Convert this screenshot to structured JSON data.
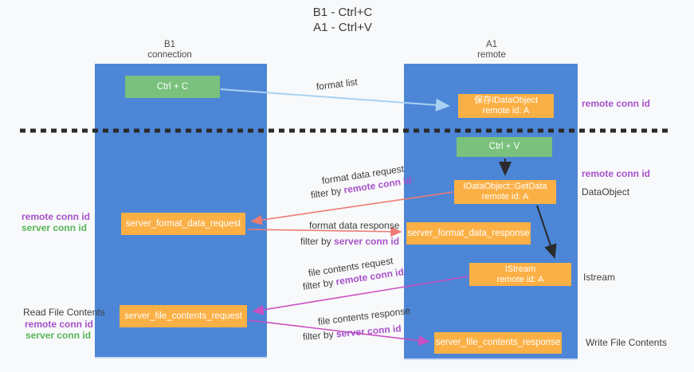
{
  "title": {
    "line1": "B1 - Ctrl+C",
    "line2": "A1 - Ctrl+V"
  },
  "columns": {
    "left": {
      "name": "B1",
      "role": "connection"
    },
    "right": {
      "name": "A1",
      "role": "remote"
    }
  },
  "nodes": {
    "ctrl_c": "Ctrl + C",
    "save_idataobject": {
      "line1": "保存IDataObject",
      "line2": "remote id: A"
    },
    "ctrl_v": "Ctrl + V",
    "getdata": {
      "line1": "IDataObject::GetData",
      "line2": "remote id: A"
    },
    "format_request": "server_format_data_request",
    "format_response": "server_format_data_response",
    "istream": {
      "line1": "IStream",
      "line2": "remote id: A"
    },
    "file_request": "server_file_contents_request",
    "file_response": "server_file_contents_response"
  },
  "flow_labels": {
    "format_list": "format list",
    "format_data_request": "format data request",
    "format_data_response": "format data response",
    "file_contents_request": "file contents request",
    "file_contents_response": "file contents response",
    "filter_prefix": "filter by ",
    "remote_conn_id": "remote conn id",
    "server_conn_id": "server conn id"
  },
  "side_labels": {
    "right_remote_conn_id_top": "remote conn id",
    "right_remote_conn_id_mid": "remote conn id",
    "dataobject": "DataObject",
    "istream": "Istream",
    "write_file_contents": "Write File Contents",
    "read_file_contents": "Read File Contents",
    "left_remote_conn_id_1": "remote conn id",
    "left_server_conn_id_1": "server conn id",
    "left_remote_conn_id_2": "remote conn id",
    "left_server_conn_id_2": "server conn id"
  },
  "colors": {
    "background": "#f8f9fa",
    "column_blue": "#4d86d6",
    "node_green": "#79c17c",
    "node_orange": "#fbb045",
    "arrow_light_blue": "#a9d2f2",
    "arrow_black": "#2b2b2b",
    "arrow_salmon": "#ed7b72",
    "arrow_magenta": "#c94fc3",
    "label_purple": "#a751c9",
    "label_green": "#57b457",
    "dashed_line": "#2a2a2a"
  }
}
